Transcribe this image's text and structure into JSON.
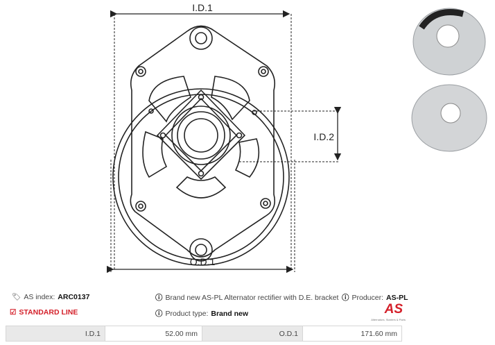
{
  "drawing": {
    "label_id1": "I.D.1",
    "label_id2": "I.D.2",
    "label_od1": "O.D.1"
  },
  "info": {
    "as_index_label": "AS index:",
    "as_index_value": "ARC0137",
    "line": "STANDARD LINE",
    "description": "Brand new AS-PL Alternator rectifier with D.E. bracket",
    "product_type_label": "Product type:",
    "product_type_value": "Brand new",
    "producer_label": "Producer:",
    "producer_value": "AS-PL"
  },
  "logo": {
    "text": "AS",
    "tagline": "Alternators, Starters & Parts",
    "color": "#d4202a"
  },
  "specs": [
    {
      "label": "I.D.1",
      "value": "52.00 mm"
    },
    {
      "label": "O.D.1",
      "value": "171.60 mm"
    }
  ],
  "icons": [
    "tag-icon",
    "checkbox-icon",
    "info-icon"
  ]
}
